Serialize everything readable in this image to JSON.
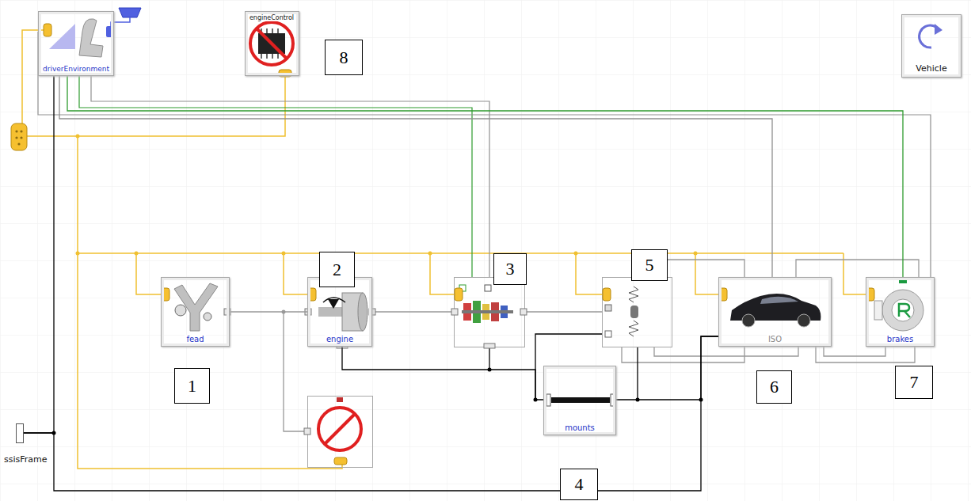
{
  "diagram": {
    "nodes": [
      {
        "text": [
          "driverEnvironment"
        ]
      },
      {
        "text": [
          "engineControl"
        ]
      },
      {
        "text": [
          "Vehicle"
        ]
      },
      {
        "text": [
          "fead"
        ]
      },
      {
        "text": [
          "engine"
        ]
      },
      {
        "text": [
          "ISO"
        ]
      },
      {
        "text": [
          "brakes"
        ]
      },
      {
        "text": [
          "mounts"
        ]
      },
      {
        "text": [
          "ssisFrame"
        ]
      }
    ],
    "edges": [
      {
        "from": 3,
        "to": 4,
        "arrow": "none"
      },
      {
        "from": 4,
        "to": 7,
        "arrow": "none"
      },
      {
        "from": 7,
        "to": 5,
        "arrow": "none"
      },
      {
        "from": 8,
        "to": 0,
        "arrow": "none"
      },
      {
        "from": 8,
        "to": 5,
        "arrow": "none"
      },
      {
        "from": 0,
        "to": 6,
        "arrow": "none"
      },
      {
        "from": 0,
        "to": 5,
        "arrow": "none"
      }
    ],
    "labels": [
      "8",
      "2",
      "3",
      "5",
      "1",
      "6",
      "7",
      "4"
    ]
  }
}
